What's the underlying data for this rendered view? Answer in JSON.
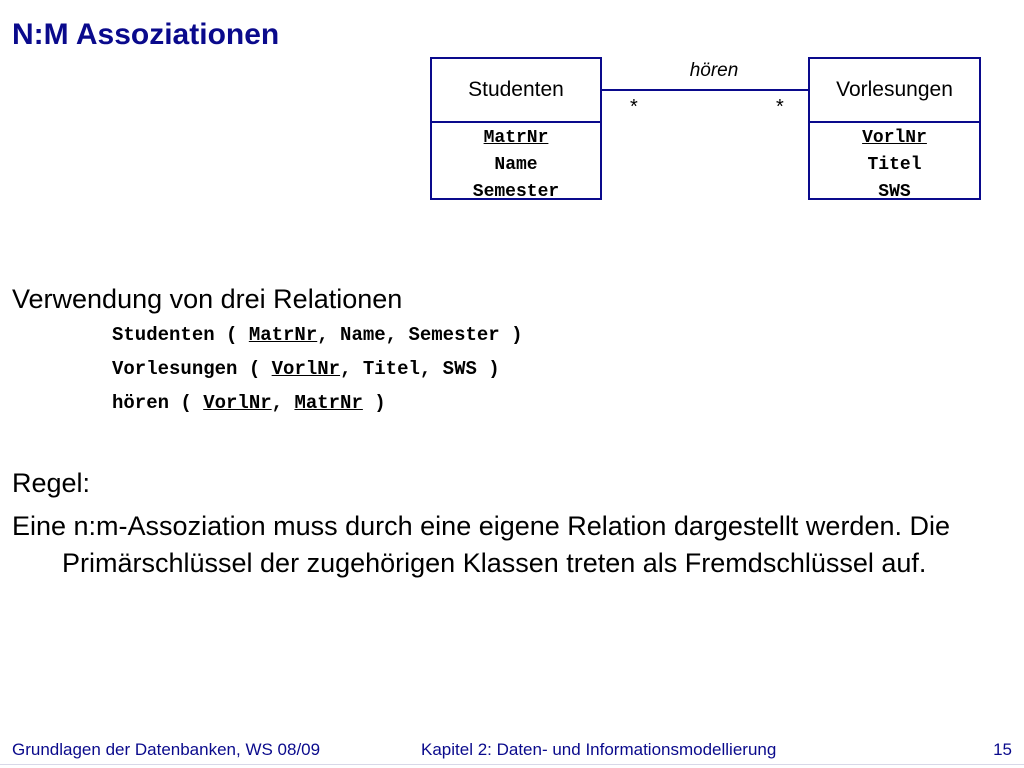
{
  "slide": {
    "title": "N:M Assoziationen"
  },
  "diagram": {
    "class_left": {
      "name": "Studenten",
      "attributes": [
        "MatrNr",
        "Name",
        "Semester"
      ]
    },
    "class_right": {
      "name": "Vorlesungen",
      "attributes": [
        "VorlNr",
        "Titel",
        "SWS"
      ]
    },
    "association": {
      "name": "hören",
      "multiplicity_left": "*",
      "multiplicity_right": "*"
    }
  },
  "content": {
    "usage_heading": "Verwendung von drei Relationen",
    "relations": [
      {
        "prefix": "Studenten ( ",
        "key1": "MatrNr",
        "rest": ", Name, Semester )"
      },
      {
        "prefix": "Vorlesungen ( ",
        "key1": "VorlNr",
        "rest": ", Titel, SWS )"
      },
      {
        "prefix": "hören ( ",
        "key1": "VorlNr",
        "sep": ", ",
        "key2": "MatrNr",
        "rest": " )"
      }
    ],
    "rule_heading": "Regel:",
    "rule_text": "Eine n:m-Assoziation muss durch eine eigene Relation dargestellt werden. Die Primärschlüssel der zugehörigen Klassen treten als Fremdschlüssel auf."
  },
  "footer": {
    "left": "Grundlagen der Datenbanken, WS 08/09",
    "center": "Kapitel 2: Daten- und Informationsmodellierung",
    "page": "15"
  },
  "colors": {
    "accent": "#0a0a8c",
    "text": "#000000",
    "background": "#ffffff"
  }
}
